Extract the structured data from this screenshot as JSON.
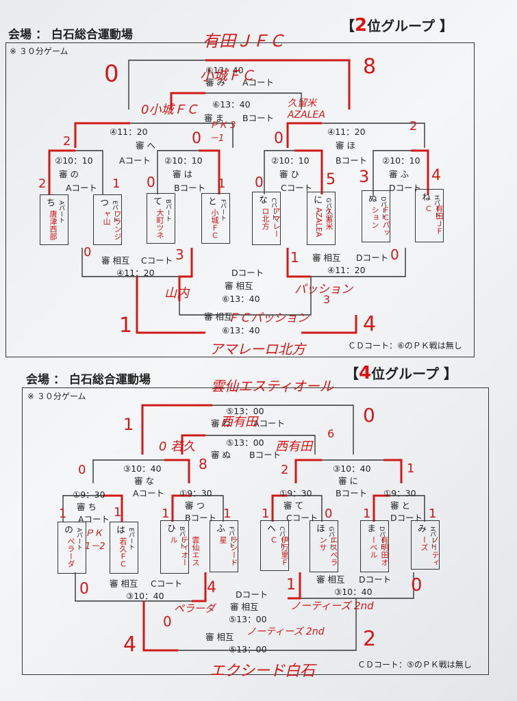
{
  "top": {
    "venue": "会場 ： 白石総合運動場",
    "group_num": "2",
    "group_suffix": "位グループ 】",
    "group_prefix": "【",
    "note": "※ ３０分ゲーム",
    "footer": "ＣＤコート：⑥のＰＫ戦は無し",
    "matches": {
      "final": {
        "time": "⑥13：40",
        "ref": "審 み",
        "court": "Aコート"
      },
      "semi": {
        "time": "⑥13：40",
        "ref": "審 ま",
        "court": "Bコート"
      },
      "qf_left": {
        "time": "④11：20",
        "ref": "審 へ",
        "court": "Aコート"
      },
      "qf_right": {
        "time": "④11：20",
        "ref": "審 ほ",
        "court": "Bコート"
      },
      "r1_a": {
        "time": "②10：10",
        "ref": "審 の",
        "court": "Aコート"
      },
      "r1_b": {
        "time": "②10：10",
        "ref": "審 は",
        "court": "Bコート"
      },
      "r1_c": {
        "time": "②10：10",
        "ref": "審 ひ",
        "court": "Cコート"
      },
      "r1_d": {
        "time": "②10：10",
        "ref": "審 ふ",
        "court": "Dコート"
      },
      "cons_left": {
        "ref": "審 相互",
        "court": "Cコート",
        "time": "④11：20"
      },
      "cons_right": {
        "ref": "審 相互",
        "court": "Dコート",
        "time": "④11：20"
      },
      "cons_mid": {
        "court": "Dコート",
        "ref": "審 相互",
        "time": "⑥13：40"
      },
      "cons_final": {
        "ref": "審 相互",
        "time": "⑥13：40"
      }
    },
    "teams": [
      {
        "key": "ち",
        "pos": "Aパート",
        "name": "唐津西部"
      },
      {
        "key": "つ",
        "pos": "Eパート",
        "name": "フランジャ山"
      },
      {
        "key": "て",
        "pos": "Bパート",
        "name": "大町ツネ"
      },
      {
        "key": "と",
        "pos": "Fパート",
        "name": "小城ＦＣ"
      },
      {
        "key": "な",
        "pos": "Cパート",
        "name": "アマレーロ北方"
      },
      {
        "key": "に",
        "pos": "Gパート",
        "name": "久留米AZALEA"
      },
      {
        "key": "ぬ",
        "pos": "Dパート",
        "name": "ＦＣパッション"
      },
      {
        "key": "ね",
        "pos": "Hパート",
        "name": "有田ＪＦＣ"
      }
    ],
    "handwritten": {
      "champion": "有田ＪＦＣ",
      "final_left_name": "小城ＦＣ",
      "score_final_left": "0",
      "score_final_right": "8",
      "semi_left": "0小城ＦＣ",
      "semi_right": "久留米 AZALEA",
      "pk": "ＰＫ 3－1",
      "s_qfl_l": "2",
      "s_qfl_r": "0",
      "s_qfr_l": "0",
      "s_qfr_r": "2",
      "s_a_l": "2",
      "s_a_r": "1",
      "s_b_l": "0",
      "s_b_r": "1",
      "s_c_l": "0",
      "s_c_r": "5",
      "s_d_l": "3",
      "s_d_r": "4",
      "s_cons_l_l": "0",
      "s_cons_l_r": "3",
      "s_cons_r_l": "1",
      "s_cons_r_r": "0",
      "cons_l_winner": "山内",
      "cons_r_winner": "パッション",
      "cons_r_small": "3",
      "cons_final_names": "ＦＣパッション",
      "s_cons_final_l": "1",
      "s_cons_final_r": "4",
      "cons_champion": "アマレーロ北方"
    }
  },
  "bottom": {
    "venue": "会場 ： 白石総合運動場",
    "group_num": "4",
    "group_suffix": "位グループ 】",
    "group_prefix": "【",
    "note": "※ ３０分ゲーム",
    "footer": "ＣＤコート：⑤のＰＫ戦は無し",
    "matches": {
      "final": {
        "time": "⑤13：00",
        "ref": "審 ね",
        "court": "Aコート"
      },
      "semi": {
        "time": "⑤13：00",
        "ref": "審 ぬ",
        "court": "Bコート"
      },
      "qf_left": {
        "time": "③10：40",
        "ref": "審 な",
        "court": "Aコート"
      },
      "qf_right": {
        "time": "③10：40",
        "ref": "審 に",
        "court": "Bコート"
      },
      "r1_a": {
        "time": "①9：30",
        "ref": "審 ち",
        "court": "Aコート"
      },
      "r1_b": {
        "time": "①9：30",
        "ref": "審 つ",
        "court": "Bコート"
      },
      "r1_c": {
        "time": "①9：30",
        "ref": "審 て",
        "court": "Cコート"
      },
      "r1_d": {
        "time": "①9：30",
        "ref": "審 と",
        "court": "Dコート"
      },
      "cons_left": {
        "ref": "審 相互",
        "court": "Cコート",
        "time": "③10：40"
      },
      "cons_right": {
        "ref": "審 相互",
        "court": "Dコート",
        "time": "③10：40"
      },
      "cons_mid": {
        "court": "Dコート",
        "ref": "審 相互",
        "time": "⑤13：00"
      },
      "cons_final": {
        "ref": "審 相互",
        "time": "⑤13：00"
      }
    },
    "teams": [
      {
        "key": "の",
        "pos": "Aパート",
        "name": "ペラーダ"
      },
      {
        "key": "は",
        "pos": "Eパート",
        "name": "若久ＦＣ"
      },
      {
        "key": "ひ",
        "pos": "Bパート",
        "name": "雲仙エスティオール"
      },
      {
        "key": "ふ",
        "pos": "Fパート",
        "name": "ラシード星"
      },
      {
        "key": "へ",
        "pos": "Cパート",
        "name": "伊万里ＦＣ"
      },
      {
        "key": "ほ",
        "pos": "Gパート",
        "name": "エスペランサ"
      },
      {
        "key": "ま",
        "pos": "Dパート",
        "name": "有明田オーベル"
      },
      {
        "key": "み",
        "pos": "Hパート",
        "name": "ノーティーズ"
      }
    ],
    "handwritten": {
      "champion": "雲仙エスティオール",
      "final_left_name": "西有田",
      "score_final_left": "1",
      "score_final_right": "0",
      "semi_left": "0 若久",
      "semi_right": "西有田",
      "semi_right_score": "6",
      "s_qfl_l": "0",
      "s_qfl_r": "8",
      "s_qfr_l": "2",
      "s_qfr_r": "1",
      "s_a_l": "1",
      "s_a_r": "1",
      "s_b_l": "1",
      "s_b_r": "1",
      "s_c_l": "1",
      "s_c_r": "0",
      "s_d_l": "1",
      "s_d_r": "1",
      "pk": "ＰＫ 1－2",
      "s_cons_l_l": "0",
      "s_cons_l_r": "4",
      "s_cons_r_l": "1",
      "s_cons_r_r": "0",
      "cons_l_winner": "ペラーダ",
      "cons_r_winner": "ノーティーズ 2nd",
      "cons_final_names": "ノーティーズ 2nd",
      "s_cons_final_l": "4",
      "s_cons_final_r": "2",
      "cons_l_mid": "0",
      "cons_champion": "エクシード白石"
    }
  }
}
